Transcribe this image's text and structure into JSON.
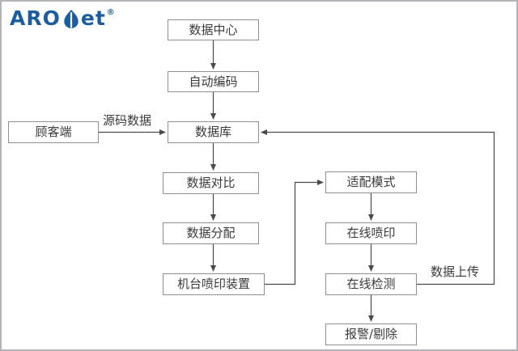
{
  "logo": {
    "left": "ARO",
    "right": "et",
    "reg": "®"
  },
  "nodes": {
    "data_center": "数据中心",
    "auto_encode": "自动编码",
    "database": "数据库",
    "customer": "顾客端",
    "data_compare": "数据对比",
    "data_allocate": "数据分配",
    "machine_print": "机台喷印装置",
    "adapt_mode": "适配模式",
    "online_print": "在线喷印",
    "online_detect": "在线检测",
    "alarm_reject": "报警/剔除"
  },
  "edge_labels": {
    "source_data": "源码数据",
    "data_upload": "数据上传"
  },
  "colors": {
    "brand_blue": "#1d5c9f",
    "line": "#4a4a4a",
    "box_border": "#8f8f93",
    "text": "#3a3a3a",
    "background": "#ffffff"
  }
}
